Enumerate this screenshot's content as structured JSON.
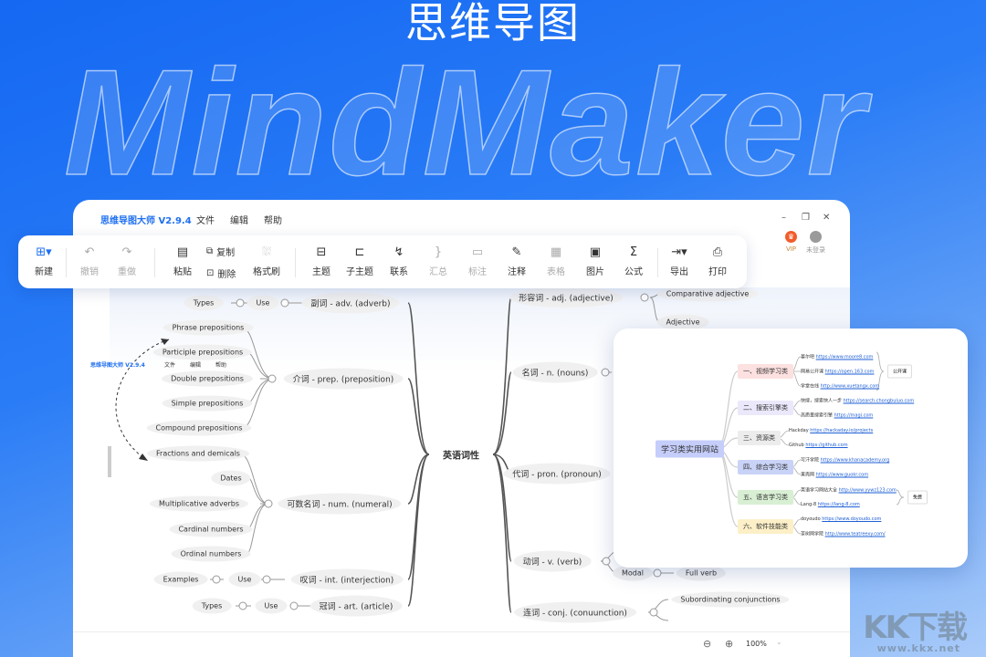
{
  "hero": {
    "bg_word": "MindMaker",
    "title": "思维导图"
  },
  "app": {
    "title": "思维导图大师 V2.9.4",
    "menu": [
      "文件",
      "编辑",
      "帮助"
    ],
    "window_controls": [
      "–",
      "❐",
      "✕"
    ],
    "vip": "VIP",
    "login": "未登录",
    "accent": "#1f6ff0"
  },
  "toolbar": {
    "new": "新建",
    "undo": "撤销",
    "redo": "重做",
    "paste": "粘贴",
    "copy": "复制",
    "delete": "删除",
    "format_brush": "格式刷",
    "topic": "主题",
    "subtopic": "子主题",
    "relation": "联系",
    "summary": "汇总",
    "callout": "标注",
    "note": "注释",
    "table": "表格",
    "image": "图片",
    "formula": "公式",
    "export": "导出",
    "print": "打印"
  },
  "mindmap": {
    "root": "英语词性",
    "left": [
      {
        "label": "副词 - adv. (adverb)",
        "chain": [
          "Use",
          "Types"
        ]
      },
      {
        "label": "介词 - prep. (preposition)",
        "children": [
          "Phrase prepositions",
          "Participle prepositions",
          "Double prepositions",
          "Simple prepositions",
          "Compound prepositions"
        ]
      },
      {
        "label": "可数名词 - num. (numeral)",
        "children": [
          "Fractions and demicals",
          "Dates",
          "Multiplicative adverbs",
          "Cardinal numbers",
          "Ordinal numbers"
        ]
      },
      {
        "label": "叹词 - int. (interjection)",
        "chain": [
          "Use",
          "Examples"
        ]
      },
      {
        "label": "冠词 - art. (article)",
        "chain": [
          "Use",
          "Types"
        ]
      }
    ],
    "right": [
      {
        "label": "形容词 - adj. (adjective)",
        "children": [
          "Comparative adjective",
          "Adjective"
        ]
      },
      {
        "label": "名词 - n. (nouns)"
      },
      {
        "label": "代词 - pron. (pronoun)"
      },
      {
        "label": "动词 - v. (verb)",
        "chain": [
          "Modal",
          "Full  verb"
        ]
      },
      {
        "label": "连词 - conj. (conuunction)",
        "children": [
          "Subordinating conjunctions"
        ]
      }
    ],
    "ghost_label": {
      "title": "思维导图大师 V2.9.4",
      "menu": [
        "文件",
        "编辑",
        "帮助"
      ]
    }
  },
  "card": {
    "root": "学习类实用网站",
    "categories": [
      {
        "label": "一、视频学习类",
        "color": "#fde0e0",
        "links": [
          {
            "name": "慕尔吧",
            "url": "https://www.moore8.com"
          },
          {
            "name": "网易公开课",
            "url": "https://open.163.com"
          },
          {
            "name": "学堂在线",
            "url": "http://www.xuetangx.com"
          }
        ],
        "tag": "公开课"
      },
      {
        "label": "二、搜索引擎类",
        "color": "#ece8fb",
        "links": [
          {
            "name": "快搜，搜索快人一步",
            "url": "https://search.chongbuluo.com"
          },
          {
            "name": "高质量搜索引擎",
            "url": "https://magi.com"
          }
        ]
      },
      {
        "label": "三、资源类",
        "color": "#ececec",
        "links": [
          {
            "name": "Hackday",
            "url": "https://hackaday.io/projects"
          },
          {
            "name": "Github",
            "url": "https://github.com"
          }
        ]
      },
      {
        "label": "四、综合学习类",
        "color": "#c9d3f7",
        "links": [
          {
            "name": "可汗学院",
            "url": "https://www.khanacademy.org"
          },
          {
            "name": "果壳网",
            "url": "https://www.guokr.com"
          }
        ]
      },
      {
        "label": "五、语言学习类",
        "color": "#d8efd3",
        "links": [
          {
            "name": "英语学习网站大全",
            "url": "http://www.yywz123.com"
          },
          {
            "name": "Lang-8",
            "url": "https://lang-8.com"
          }
        ],
        "tag": "免费"
      },
      {
        "label": "六、软件技能类",
        "color": "#fdf0c8",
        "links": [
          {
            "name": "doyoudo",
            "url": "https://www.doyoudo.com"
          },
          {
            "name": "茶树网学院",
            "url": "http://www.teatreexy.com/"
          }
        ]
      }
    ]
  },
  "status": {
    "zoom": "100%"
  },
  "watermark": {
    "logo": "KK下载",
    "url": "www.kkx.net"
  }
}
